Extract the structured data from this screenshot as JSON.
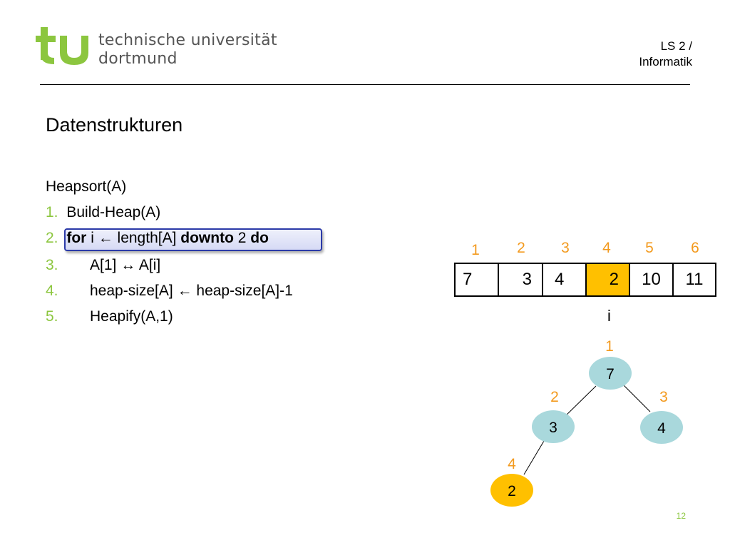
{
  "header": {
    "university_line1": "technische universität",
    "university_line2": "dortmund",
    "chair_line1": "LS 2 /",
    "chair_line2": "Informatik",
    "accent_color": "#8cc63f"
  },
  "slide": {
    "title": "Datenstrukturen",
    "algorithm_name": "Heapsort(A)",
    "lines": [
      {
        "num": "1.",
        "text": "Build-Heap(A)"
      },
      {
        "num": "2.",
        "kw_for": "for",
        "mid1": " i ← length[A] ",
        "kw_downto": "downto",
        "mid2": " 2 ",
        "kw_do": "do"
      },
      {
        "num": "3.",
        "text": "A[1] ↔ A[i]"
      },
      {
        "num": "4.",
        "text": "heap-size[A] ← heap-size[A]-1"
      },
      {
        "num": "5.",
        "text": "Heapify(A,1)"
      }
    ],
    "highlighted_line": 2,
    "page_number": "12"
  },
  "array": {
    "indices": [
      "1",
      "2",
      "3",
      "4",
      "5",
      "6"
    ],
    "values": [
      "7",
      "3",
      "4",
      "2",
      "10",
      "11"
    ],
    "highlight_index": 3,
    "pointer_label": "i",
    "highlight_color": "#ffc000"
  },
  "heap": {
    "nodes": [
      {
        "index": "1",
        "value": "7",
        "highlighted": false
      },
      {
        "index": "2",
        "value": "3",
        "highlighted": false
      },
      {
        "index": "3",
        "value": "4",
        "highlighted": false
      },
      {
        "index": "4",
        "value": "2",
        "highlighted": true
      }
    ],
    "edges": [
      [
        0,
        1
      ],
      [
        0,
        2
      ],
      [
        1,
        3
      ]
    ],
    "node_color": "#a9d8dc",
    "highlight_color": "#ffc000",
    "index_color": "#f39a1e"
  }
}
